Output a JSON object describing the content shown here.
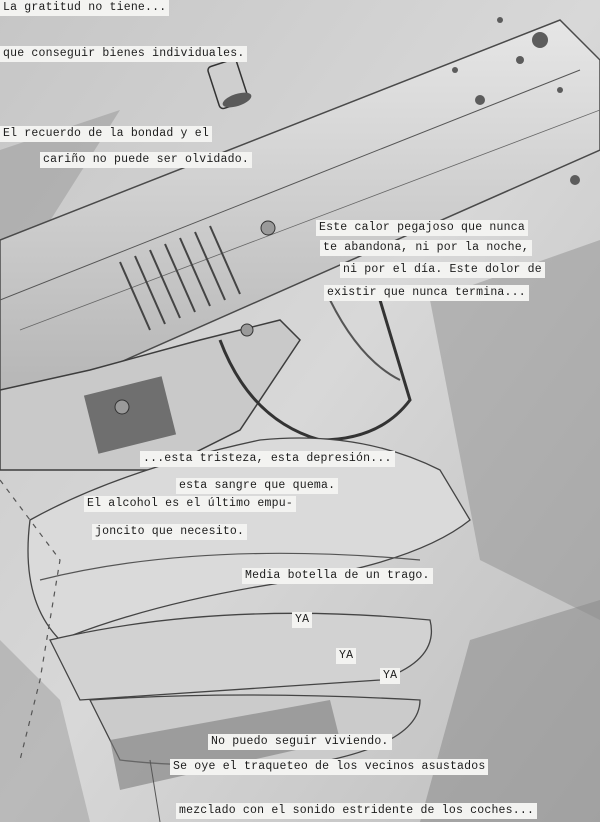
{
  "captions": [
    {
      "id": "c1",
      "text": "La gratitud no tiene..."
    },
    {
      "id": "c2",
      "text": "que conseguir bienes individuales."
    },
    {
      "id": "c3",
      "text": "El recuerdo de la bondad y el"
    },
    {
      "id": "c4",
      "text": "cariño no puede ser olvidado."
    },
    {
      "id": "c5",
      "text": "Este calor pegajoso que nunca"
    },
    {
      "id": "c6",
      "text": "te abandona, ni por la noche,"
    },
    {
      "id": "c7",
      "text": "ni por el día. Este dolor de"
    },
    {
      "id": "c8",
      "text": "existir que nunca termina..."
    },
    {
      "id": "c9",
      "text": "...esta tristeza, esta depresión..."
    },
    {
      "id": "c10",
      "text": "esta sangre que quema."
    },
    {
      "id": "c11",
      "text": "El alcohol es el último empu-"
    },
    {
      "id": "c12",
      "text": "joncito que necesito."
    },
    {
      "id": "c13",
      "text": "Media botella de un trago."
    },
    {
      "id": "c14",
      "text": "YA"
    },
    {
      "id": "c15",
      "text": "YA"
    },
    {
      "id": "c16",
      "text": "YA"
    },
    {
      "id": "c17",
      "text": "No puedo seguir viviendo."
    },
    {
      "id": "c18",
      "text": "Se oye el traqueteo de los vecinos asustados"
    },
    {
      "id": "c19",
      "text": "mezclado con el sonido estridente de los coches..."
    }
  ]
}
